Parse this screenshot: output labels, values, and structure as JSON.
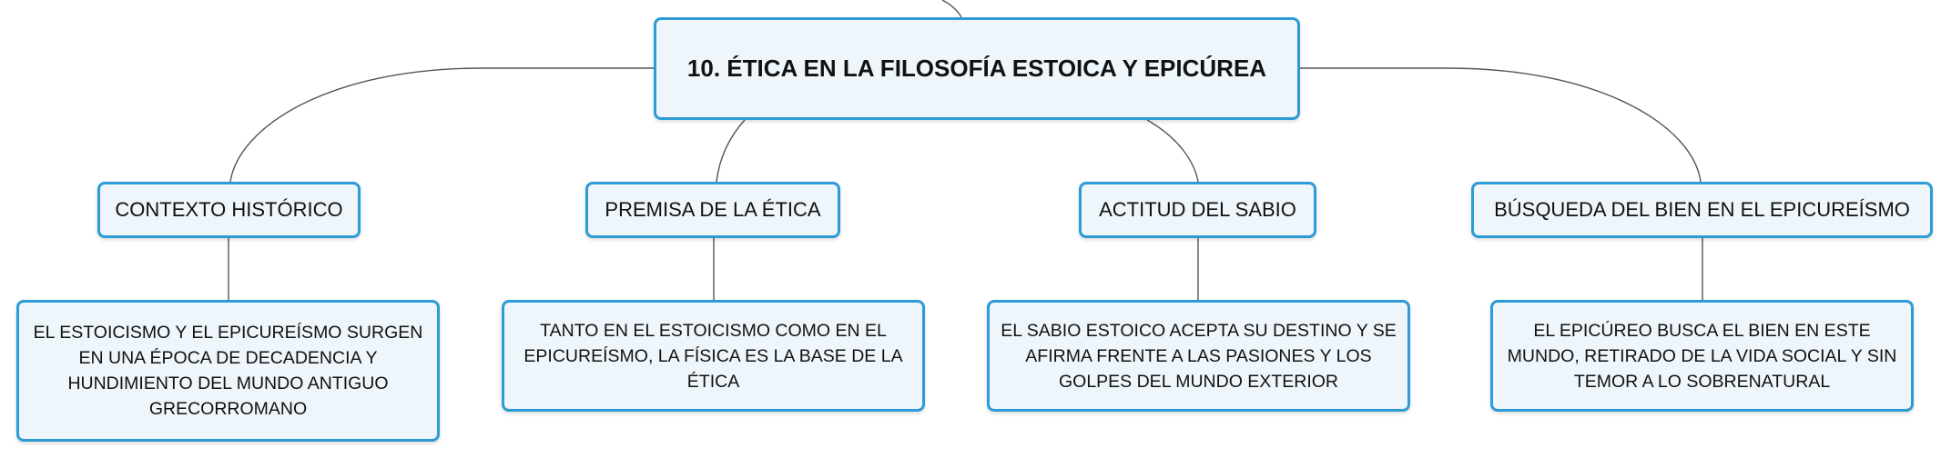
{
  "central_topic": "10. ÉTICA EN LA FILOSOFÍA ESTOICA Y EPICÚREA",
  "branches": [
    {
      "label": "CONTEXTO HISTÓRICO",
      "detail": "EL ESTOICISMO Y EL EPICUREÍSMO SURGEN EN UNA ÉPOCA DE DECADENCIA Y HUNDIMIENTO DEL MUNDO ANTIGUO GRECORROMANO"
    },
    {
      "label": "PREMISA DE LA ÉTICA",
      "detail": "TANTO EN EL ESTOICISMO COMO EN EL EPICUREÍSMO, LA FÍSICA ES LA BASE DE LA ÉTICA"
    },
    {
      "label": "ACTITUD DEL SABIO",
      "detail": "EL SABIO ESTOICO ACEPTA SU DESTINO Y SE AFIRMA FRENTE A LAS PASIONES Y LOS GOLPES DEL MUNDO EXTERIOR"
    },
    {
      "label": "BÚSQUEDA DEL BIEN EN EL EPICUREÍSMO",
      "detail": "EL EPICÚREO BUSCA EL BIEN EN ESTE MUNDO, RETIRADO DE LA VIDA SOCIAL Y SIN TEMOR A LO SOBRENATURAL"
    }
  ],
  "colors": {
    "node_border": "#2e9bd6",
    "node_fill": "#eef6fc",
    "connector": "#555555"
  }
}
